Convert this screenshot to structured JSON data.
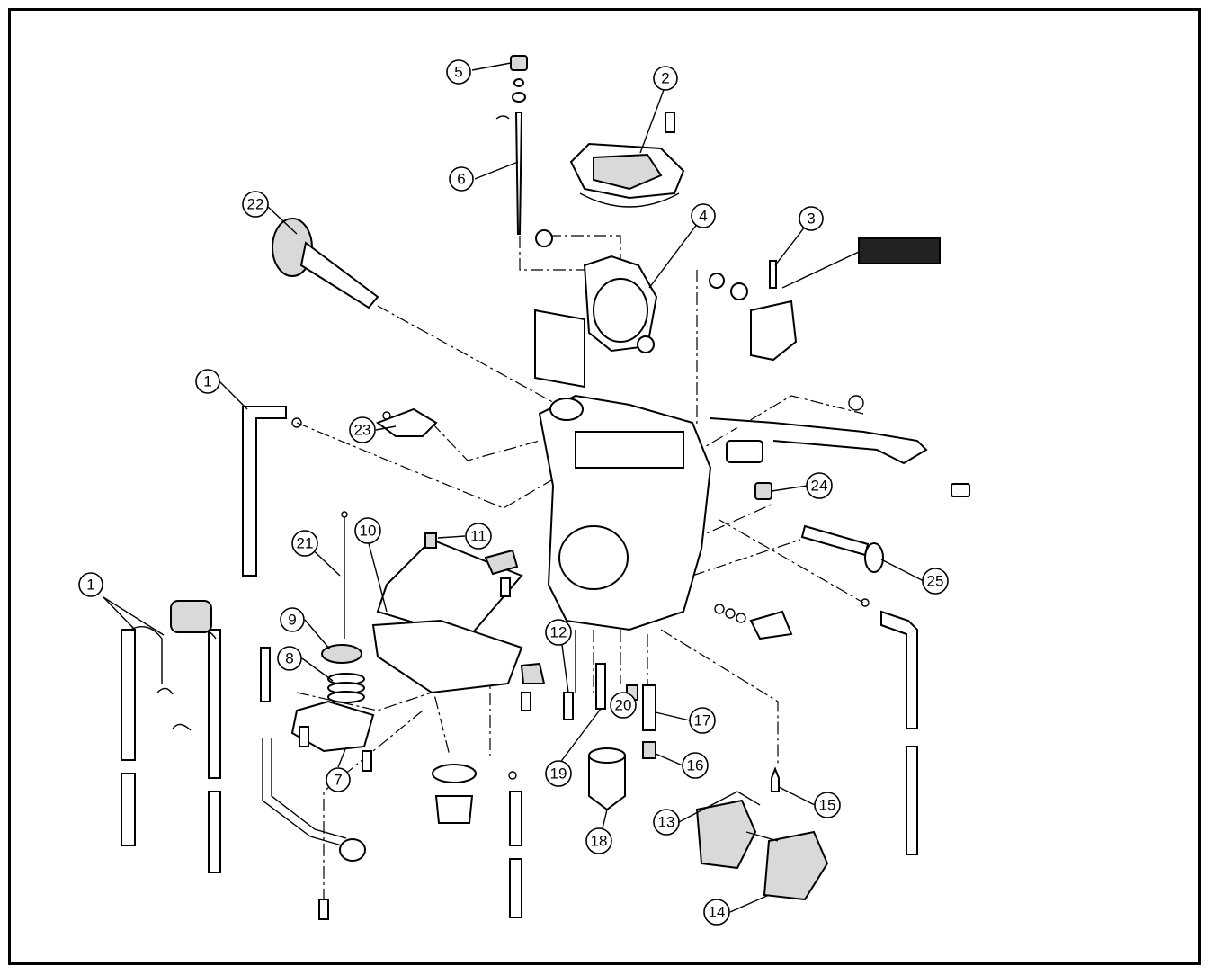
{
  "diagram": {
    "callouts": [
      {
        "id": "c5",
        "label": "5"
      },
      {
        "id": "c2",
        "label": "2"
      },
      {
        "id": "c6",
        "label": "6"
      },
      {
        "id": "c4",
        "label": "4"
      },
      {
        "id": "c3",
        "label": "3"
      },
      {
        "id": "c22",
        "label": "22"
      },
      {
        "id": "c1a",
        "label": "1"
      },
      {
        "id": "c23",
        "label": "23"
      },
      {
        "id": "c24",
        "label": "24"
      },
      {
        "id": "c11",
        "label": "11"
      },
      {
        "id": "c10",
        "label": "10"
      },
      {
        "id": "c21",
        "label": "21"
      },
      {
        "id": "c1b",
        "label": "1"
      },
      {
        "id": "c25",
        "label": "25"
      },
      {
        "id": "c9",
        "label": "9"
      },
      {
        "id": "c8",
        "label": "8"
      },
      {
        "id": "c12",
        "label": "12"
      },
      {
        "id": "c20",
        "label": "20"
      },
      {
        "id": "c17",
        "label": "17"
      },
      {
        "id": "c16",
        "label": "16"
      },
      {
        "id": "c7",
        "label": "7"
      },
      {
        "id": "c19",
        "label": "19"
      },
      {
        "id": "c15",
        "label": "15"
      },
      {
        "id": "c13",
        "label": "13"
      },
      {
        "id": "c18",
        "label": "18"
      },
      {
        "id": "c14",
        "label": "14"
      }
    ]
  }
}
